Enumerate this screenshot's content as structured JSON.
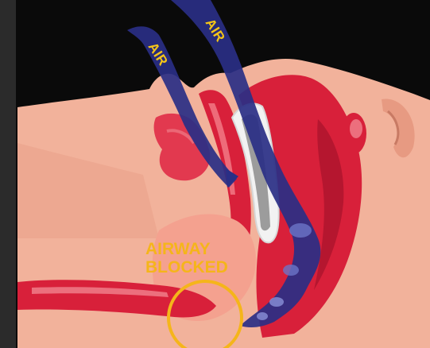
{
  "labels": {
    "air_left": "AIR",
    "air_right": "AIR",
    "airway_line1": "AIRWAY",
    "airway_line2": "BLOCKED"
  },
  "colors": {
    "background": "#0a0a0a",
    "skin": "#f2b29b",
    "skin_shadow": "#e79a82",
    "tissue_red": "#d8203a",
    "tissue_pink": "#ec6f7d",
    "airflow_blue": "#2a2f86",
    "bone": "#9c9c9c",
    "callout_yellow": "#f5b51a"
  }
}
